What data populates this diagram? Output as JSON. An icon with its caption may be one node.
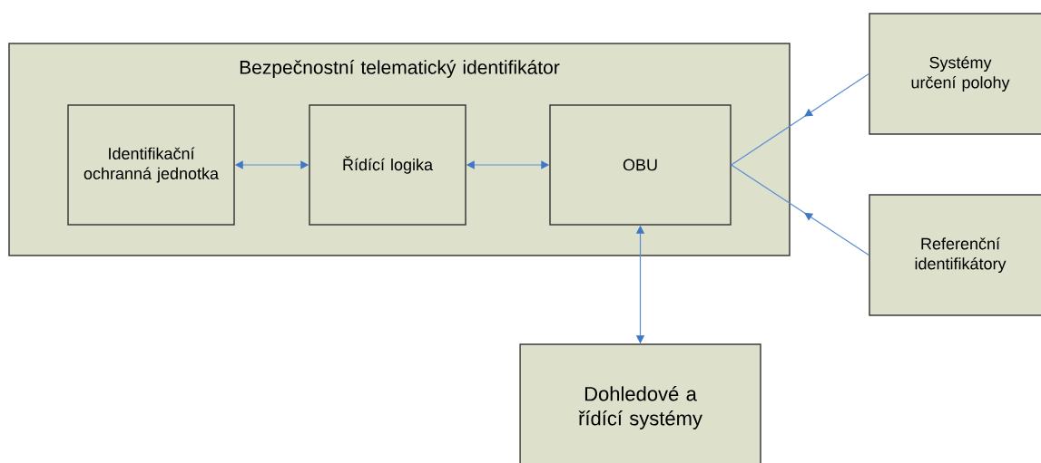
{
  "diagram": {
    "nodes": [
      {
        "text": [
          "Bezpečnostní telematický identifikátor"
        ]
      },
      {
        "text": [
          "Identifikační ochranná jednotka"
        ],
        "in": 0
      },
      {
        "text": [
          "Řídící logika"
        ],
        "in": 0
      },
      {
        "text": [
          "OBU"
        ],
        "in": 0
      },
      {
        "text": [
          "Systémy určení polohy"
        ]
      },
      {
        "text": [
          "Referenční identifikátory"
        ]
      },
      {
        "text": [
          "Dohledové a řídící systémy"
        ]
      }
    ],
    "edges": [
      {
        "from": 1,
        "to": 2,
        "arrow": "both"
      },
      {
        "from": 2,
        "to": 3,
        "arrow": "both"
      },
      {
        "from": 4,
        "to": 3,
        "arrow": "to"
      },
      {
        "from": 5,
        "to": 3,
        "arrow": "to"
      },
      {
        "from": 3,
        "to": 6,
        "arrow": "both"
      }
    ]
  }
}
